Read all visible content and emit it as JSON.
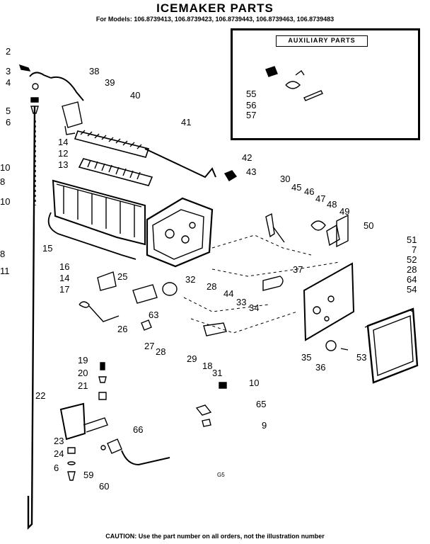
{
  "title": "ICEMAKER PARTS",
  "models_line": "For Models: 106.8739413, 106.8739423, 106.8739443, 106.8739463, 106.8739483",
  "auxiliary_title": "AUXILIARY PARTS",
  "drawing_code": "G5",
  "caption": "CAUTION: Use the part number on all orders, not the illustration number",
  "callouts": {
    "c2": "2",
    "c3": "3",
    "c4": "4",
    "c5": "5",
    "c6a": "6",
    "c38": "38",
    "c39": "39",
    "c40": "40",
    "c41": "41",
    "c42": "42",
    "c43": "43",
    "c14a": "14",
    "c12": "12",
    "c13": "13",
    "c10a": "10",
    "c8a": "8",
    "c10b": "10",
    "c8b": "8",
    "c11": "11",
    "c15": "15",
    "c16": "16",
    "c14b": "14",
    "c17": "17",
    "c25": "25",
    "c63": "63",
    "c26": "26",
    "c27": "27",
    "c28a": "28",
    "c29": "29",
    "c18": "18",
    "c31": "31",
    "c32": "32",
    "c28b": "28",
    "c44": "44",
    "c33": "33",
    "c34": "34",
    "c30": "30",
    "c45": "45",
    "c46": "46",
    "c47": "47",
    "c48": "48",
    "c49": "49",
    "c50": "50",
    "c37": "37",
    "c51": "51",
    "c7": "7",
    "c52": "52",
    "c28c": "28",
    "c64": "64",
    "c54": "54",
    "c53": "53",
    "c35": "35",
    "c36": "36",
    "c55": "55",
    "c56": "56",
    "c57": "57",
    "c19": "19",
    "c20": "20",
    "c21": "21",
    "c22": "22",
    "c23": "23",
    "c24": "24",
    "c6b": "6",
    "c59": "59",
    "c60": "60",
    "c66": "66",
    "c10c": "10",
    "c65": "65",
    "c9": "9"
  }
}
